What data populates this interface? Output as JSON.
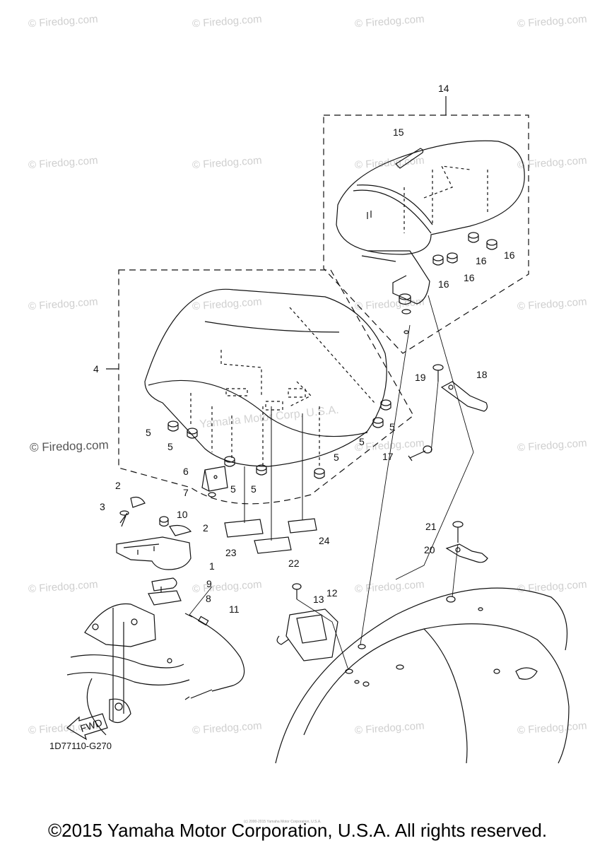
{
  "watermark_text": "© Firedog.com",
  "center_watermark": "Yamaha Motor Corp. U.S.A.",
  "diagram_code": "1D77110-G270",
  "fwd_label": "FWD",
  "tiny_copyright": "(c) 2000-2015 Yamaha Motor Corporation, U.S.A.",
  "footer": "©2015 Yamaha Motor Corporation, U.S.A. All rights reserved.",
  "callouts": {
    "c1": "1",
    "c2a": "2",
    "c2b": "2",
    "c3": "3",
    "c4": "4",
    "c5a": "5",
    "c5b": "5",
    "c5c": "5",
    "c5d": "5",
    "c5e": "5",
    "c5f": "5",
    "c5g": "5",
    "c6": "6",
    "c7": "7",
    "c8": "8",
    "c9": "9",
    "c10": "10",
    "c11": "11",
    "c12": "12",
    "c13": "13",
    "c14": "14",
    "c15": "15",
    "c16a": "16",
    "c16b": "16",
    "c16c": "16",
    "c16d": "16",
    "c17": "17",
    "c18": "18",
    "c19": "19",
    "c20": "20",
    "c21": "21",
    "c22": "22",
    "c23": "23",
    "c24": "24"
  }
}
